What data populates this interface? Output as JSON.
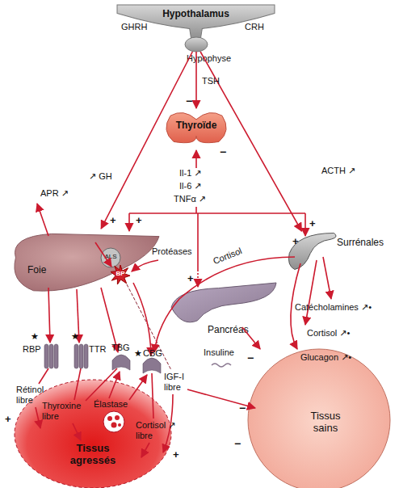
{
  "diagram": {
    "nodes": [
      {
        "text": [
          "Hypothalamus"
        ]
      },
      {
        "text": [
          "Hypophyse"
        ]
      },
      {
        "text": [
          "Thyroïde"
        ]
      },
      {
        "text": [
          "Surrénales"
        ]
      },
      {
        "text": [
          "Foie"
        ]
      },
      {
        "text": [
          "Pancréas"
        ]
      },
      {
        "text": [
          "Tissus agressés"
        ]
      },
      {
        "text": [
          "Tissus sains"
        ]
      },
      {
        "text": [
          "ALS"
        ]
      },
      {
        "text": [
          "BP"
        ]
      }
    ],
    "edges": [
      {
        "from": 1,
        "to": 2,
        "arrow": "to",
        "label": "TSH"
      },
      {
        "from": 1,
        "to": 4,
        "arrow": "to",
        "label": "↗ GH"
      },
      {
        "from": 1,
        "to": 3,
        "arrow": "to",
        "label": "ACTH ↗"
      },
      {
        "from": 5,
        "to": 7,
        "arrow": "to",
        "label": "Insuline"
      }
    ],
    "labels": [
      "GHRH",
      "CRH",
      "APR ↗",
      "Il-1 ↗",
      "Il-6 ↗",
      "TNFα ↗",
      "Protéases",
      "Catécholamines ↗•",
      "Cortisol ↗•",
      "Glucagon ↗•",
      "Cortisol",
      "★",
      "RBP",
      "★",
      "TTR",
      "TBG",
      "★",
      "CBG",
      "IGF-I libre",
      "Rétinol libre",
      "Thyroxine libre",
      "Élastase",
      "Cortisol ↗ libre",
      "−",
      "−",
      "+",
      "+",
      "+",
      "+",
      "+",
      "−",
      "−",
      "−",
      "+",
      "+"
    ]
  }
}
